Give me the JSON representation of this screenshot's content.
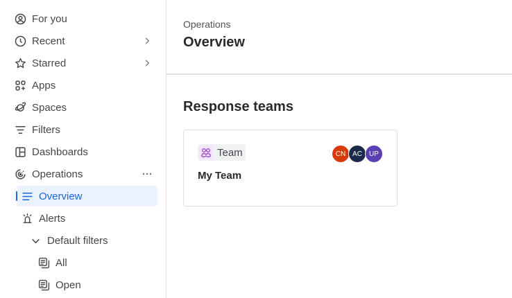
{
  "sidebar": {
    "items": [
      {
        "label": "For you",
        "icon": "user-circle-icon"
      },
      {
        "label": "Recent",
        "icon": "clock-icon",
        "trailing": "chevron-right-icon"
      },
      {
        "label": "Starred",
        "icon": "star-icon",
        "trailing": "chevron-right-icon"
      },
      {
        "label": "Apps",
        "icon": "apps-icon"
      },
      {
        "label": "Spaces",
        "icon": "planet-icon"
      },
      {
        "label": "Filters",
        "icon": "filter-icon"
      },
      {
        "label": "Dashboards",
        "icon": "dashboard-icon"
      },
      {
        "label": "Operations",
        "icon": "operations-icon",
        "trailing": "more-icon"
      },
      {
        "label": "Overview",
        "icon": "overview-icon",
        "active": true
      },
      {
        "label": "Alerts",
        "icon": "alarm-light-icon"
      },
      {
        "label": "Default filters",
        "icon": "chevron-down-icon"
      },
      {
        "label": "All",
        "icon": "filter-list-icon"
      },
      {
        "label": "Open",
        "icon": "filter-list-icon"
      }
    ]
  },
  "header": {
    "breadcrumb": "Operations",
    "title": "Overview"
  },
  "main": {
    "section_title": "Response teams",
    "teams": [
      {
        "tag": "Team",
        "name": "My Team",
        "members": [
          {
            "initials": "CN",
            "color": "#d93a0b"
          },
          {
            "initials": "AC",
            "color": "#1c2b4a"
          },
          {
            "initials": "UP",
            "color": "#5b3fb5"
          }
        ]
      }
    ]
  },
  "colors": {
    "accent": "#1868db",
    "active_bg": "#e9f2fe",
    "team_icon": "#9c4fc9"
  }
}
